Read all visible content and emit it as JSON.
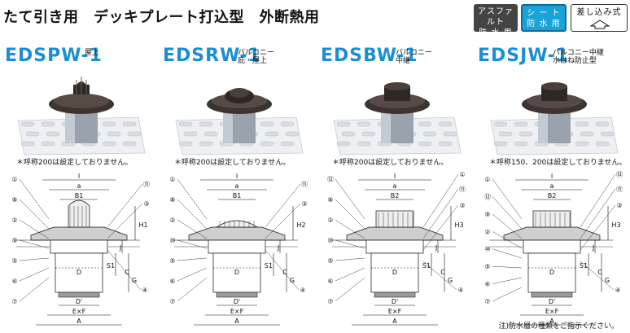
{
  "header": {
    "title": "たて引き用　デッキプレート打込型　外断熱用",
    "badges": {
      "asphalt": [
        "アスファルト",
        "防 水 用"
      ],
      "sheet": [
        "シ ー ト",
        "防 水 用"
      ],
      "insert": "差し込み式"
    }
  },
  "products": [
    {
      "model": "EDSPW-1",
      "sub": [
        "屋上"
      ],
      "note": "＊呼称200は設定しておりません。",
      "labels_left": [
        "①",
        "⑧",
        "②",
        "⑨",
        "⑤",
        "⑥",
        "⑦"
      ],
      "labels_right": [
        "⑪",
        "③",
        "④"
      ],
      "dims": {
        "top": "I",
        "a": "a",
        "b": "B1",
        "side1": "H1",
        "j": "J",
        "s1": "S1",
        "c": "C",
        "g": "G",
        "d": "D",
        "d2": "D'",
        "exf": "E×F",
        "A": "A"
      }
    },
    {
      "model": "EDSRW-1",
      "sub": [
        "バルコニー",
        "庇・屋上"
      ],
      "note": "＊呼称200は設定しておりません。",
      "labels_left": [
        "①",
        "⑧",
        "②",
        "⑩",
        "⑤",
        "⑥",
        "⑦"
      ],
      "labels_right": [
        "⑪",
        "③",
        "④"
      ],
      "dims": {
        "top": "I",
        "a": "a",
        "b": "B1",
        "side1": "H2",
        "j": "J",
        "s1": "S1",
        "c": "C",
        "g": "G",
        "d": "D",
        "d2": "D'",
        "exf": "E×F",
        "A": "A"
      }
    },
    {
      "model": "EDSBW-1",
      "sub": [
        "バルコニー",
        "中継"
      ],
      "note": "＊呼称200は設定しておりません。",
      "labels_left": [
        "⑫",
        "⑧",
        "②",
        "⑩",
        "⑤",
        "⑥",
        "⑦"
      ],
      "labels_right": [
        "①",
        "⑪",
        "③",
        "④"
      ],
      "dims": {
        "top": "I",
        "a": "a",
        "b": "B2",
        "side1": "H3",
        "j": "J",
        "s1": "S1",
        "c": "C",
        "g": "G",
        "d": "D",
        "d2": "D'",
        "exf": "E×F",
        "A": "A"
      }
    },
    {
      "model": "EDSJW-1",
      "sub": [
        "バルコニー中継",
        "水はね防止型"
      ],
      "note": "＊呼称150、200は設定しておりません。",
      "labels_left": [
        "①",
        "⑫",
        "⑨",
        "②",
        "⑩",
        "⑤",
        "⑥",
        "⑦"
      ],
      "labels_right": [
        "⑬",
        "⑪",
        "③",
        "④"
      ],
      "dims": {
        "top": "I",
        "a": "a",
        "b": "B2",
        "side1": "H3",
        "j": "J",
        "s1": "S1",
        "c": "C",
        "g": "G",
        "d": "D",
        "d2": "D'",
        "exf": "E×F",
        "A": "A"
      }
    }
  ],
  "footnote": "注)防水層の種類をご指示ください。",
  "colors": {
    "model": "#1b8fd0",
    "sheet_badge": "#1aa3d9",
    "asphalt_badge": "#444444"
  }
}
